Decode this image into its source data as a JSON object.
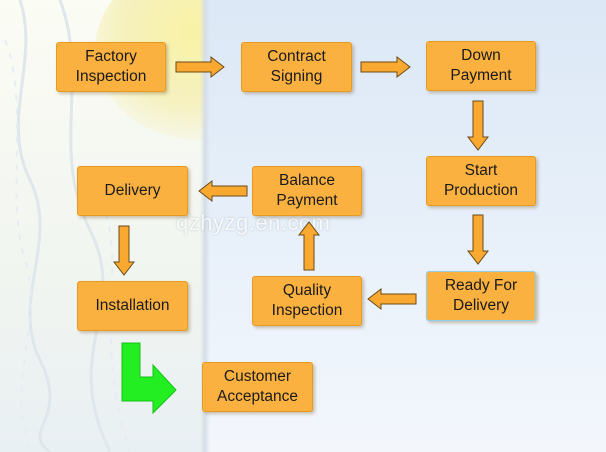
{
  "steps": {
    "factory_inspection": "Factory\nInspection",
    "contract_signing": "Contract\nSigning",
    "down_payment": "Down\nPayment",
    "start_production": "Start\nProduction",
    "ready_for_delivery": "Ready For\nDelivery",
    "quality_inspection": "Quality\nInspection",
    "balance_payment": "Balance\nPayment",
    "delivery": "Delivery",
    "installation": "Installation",
    "customer_acceptance": "Customer\nAcceptance"
  },
  "watermark": "qzhyzg.en.com",
  "colors": {
    "box_fill": "#fbb13f",
    "arrow_fill": "#f9a92f",
    "final_arrow": "#22ee22"
  }
}
